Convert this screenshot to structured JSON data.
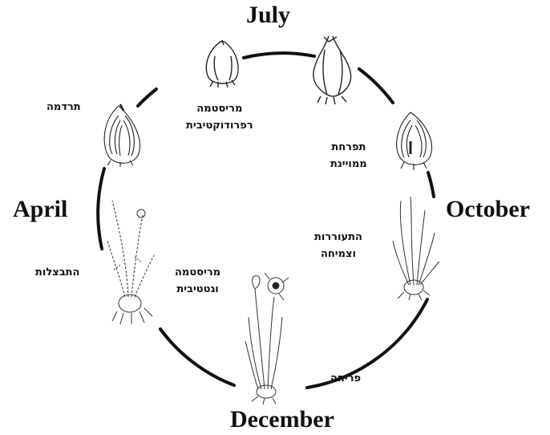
{
  "months": {
    "july": "July",
    "october": "October",
    "december": "December",
    "april": "April"
  },
  "stages": {
    "dormancy": "תרדמה",
    "reproductive_meristem": [
      "מריסטמה",
      "רפרודוקטיבית"
    ],
    "floral_differentiation": [
      "תפרחת",
      "ממויינת"
    ],
    "awakening_sprouting": [
      "התעוררות",
      "וצמיחה"
    ],
    "vegetative_meristem": [
      "מריסטמה",
      "וגטטיבית"
    ],
    "bulb_formation": "התבצלות",
    "flowering": "פריחה"
  },
  "colors": {
    "ink": "#111111",
    "background": "#ffffff"
  }
}
